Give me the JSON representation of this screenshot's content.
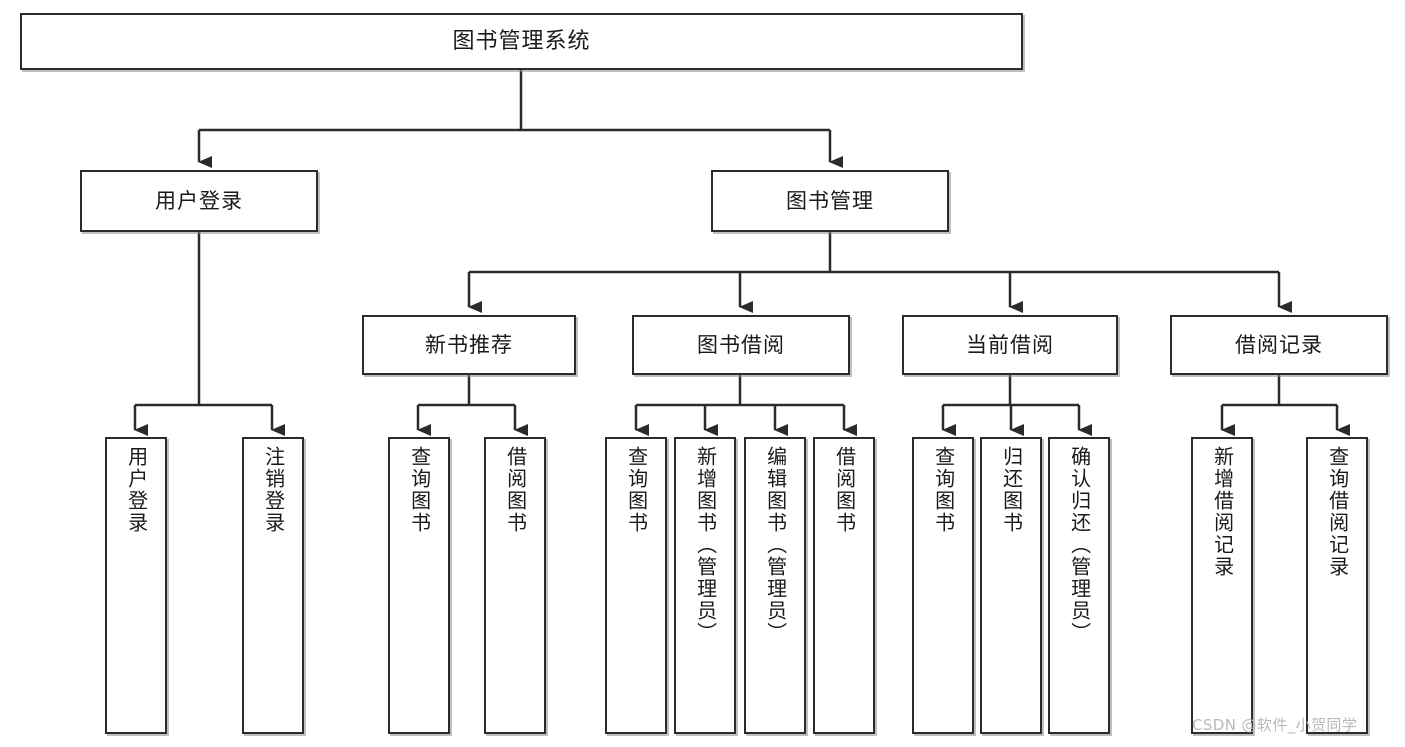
{
  "diagram": {
    "type": "tree-hierarchy-chart",
    "title": "图书管理系统",
    "root": {
      "label": "图书管理系统"
    },
    "level1": [
      {
        "label": "用户登录"
      },
      {
        "label": "图书管理"
      }
    ],
    "level2": [
      {
        "label": "新书推荐"
      },
      {
        "label": "图书借阅"
      },
      {
        "label": "当前借阅"
      },
      {
        "label": "借阅记录"
      }
    ],
    "leaves": {
      "user_login": [
        {
          "label": "用户登录"
        },
        {
          "label": "注销登录"
        }
      ],
      "new_book_recommend": [
        {
          "label": "查询图书"
        },
        {
          "label": "借阅图书"
        }
      ],
      "book_borrow": [
        {
          "label": "查询图书"
        },
        {
          "label": "新增图书（管理员）"
        },
        {
          "label": "编辑图书（管理员）"
        },
        {
          "label": "借阅图书"
        }
      ],
      "current_borrow": [
        {
          "label": "查询图书"
        },
        {
          "label": "归还图书"
        },
        {
          "label": "确认归还（管理员）"
        }
      ],
      "borrow_records": [
        {
          "label": "新增借阅记录"
        },
        {
          "label": "查询借阅记录"
        }
      ]
    }
  },
  "watermark": {
    "text": "CSDN @软件_小贺同学"
  },
  "colors": {
    "border": "#2b2b2b",
    "fill": "#ffffff",
    "text": "#1a1a1a",
    "watermark": "#b9b9b9"
  }
}
